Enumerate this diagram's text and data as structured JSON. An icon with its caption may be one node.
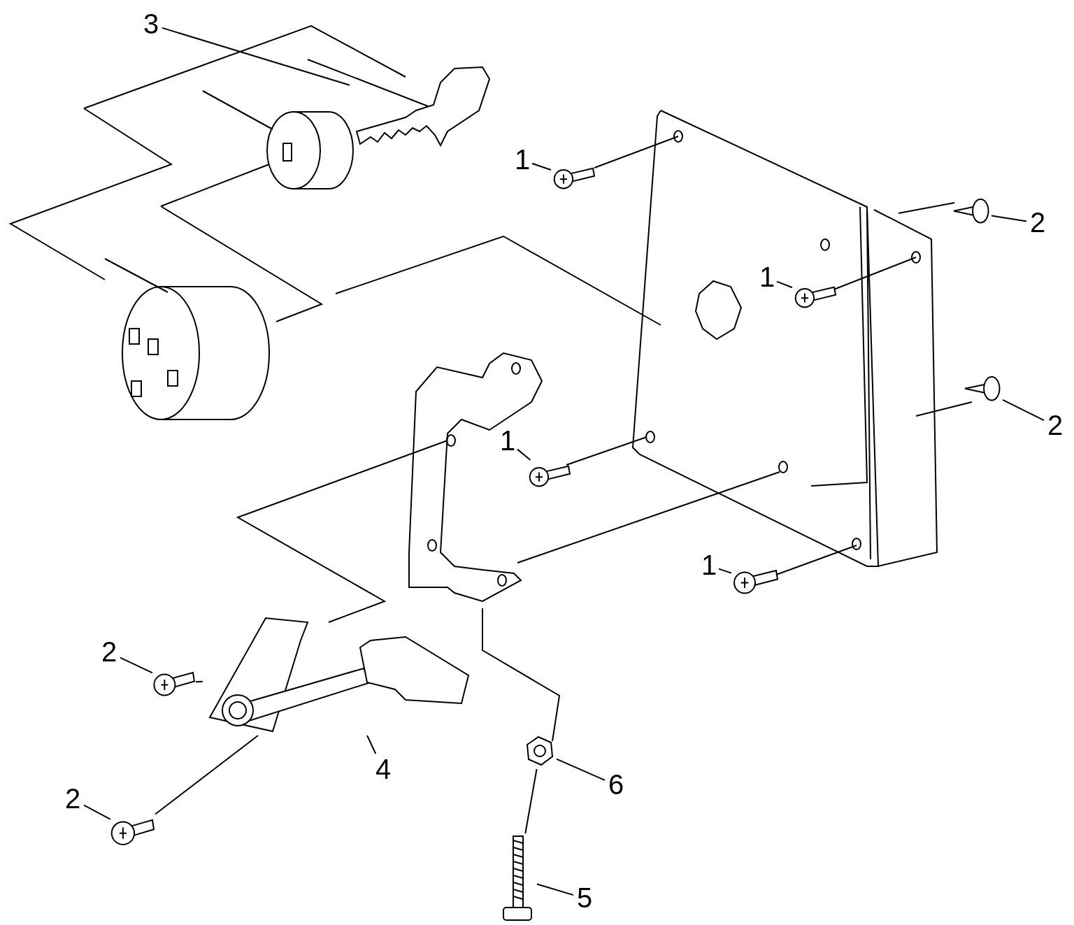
{
  "diagram": {
    "nodes": [
      {
        "text": [
          "3"
        ]
      },
      {
        "text": [],
        "shape": "picture"
      },
      {
        "text": [
          "1"
        ]
      },
      {
        "text": [],
        "shape": "picture"
      },
      {
        "text": [
          "2"
        ]
      },
      {
        "text": [],
        "shape": "picture"
      },
      {
        "text": [
          "1"
        ]
      },
      {
        "text": [],
        "shape": "picture"
      },
      {
        "text": [
          "2"
        ]
      },
      {
        "text": [],
        "shape": "picture"
      },
      {
        "text": [
          "1"
        ]
      },
      {
        "text": [],
        "shape": "picture"
      },
      {
        "text": [
          "1"
        ]
      },
      {
        "text": [],
        "shape": "picture"
      },
      {
        "text": [
          "2"
        ]
      },
      {
        "text": [],
        "shape": "picture"
      },
      {
        "text": [
          "4"
        ]
      },
      {
        "text": [],
        "shape": "picture"
      },
      {
        "text": [
          "6"
        ]
      },
      {
        "text": [],
        "shape": "picture"
      },
      {
        "text": [
          "2"
        ]
      },
      {
        "text": [],
        "shape": "picture"
      },
      {
        "text": [
          "5"
        ]
      },
      {
        "text": [],
        "shape": "picture"
      }
    ],
    "edges": [
      {
        "from": 0,
        "to": 1,
        "arrow": "none"
      },
      {
        "from": 2,
        "to": 3,
        "arrow": "none"
      },
      {
        "from": 4,
        "to": 5,
        "arrow": "none"
      },
      {
        "from": 6,
        "to": 7,
        "arrow": "none"
      },
      {
        "from": 8,
        "to": 9,
        "arrow": "none"
      },
      {
        "from": 10,
        "to": 11,
        "arrow": "none"
      },
      {
        "from": 12,
        "to": 13,
        "arrow": "none"
      },
      {
        "from": 14,
        "to": 15,
        "arrow": "none"
      },
      {
        "from": 16,
        "to": 17,
        "arrow": "none"
      },
      {
        "from": 18,
        "to": 19,
        "arrow": "none"
      },
      {
        "from": 20,
        "to": 21,
        "arrow": "none"
      },
      {
        "from": 22,
        "to": 23,
        "arrow": "none"
      },
      {
        "from": 15,
        "to": 17,
        "arrow": "none"
      },
      {
        "from": 21,
        "to": 17,
        "arrow": "none"
      },
      {
        "from": 19,
        "to": 23,
        "arrow": "none"
      }
    ]
  }
}
